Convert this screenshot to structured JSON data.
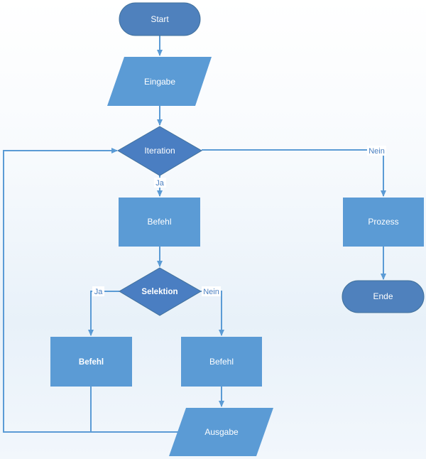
{
  "nodes": {
    "start": "Start",
    "eingabe": "Eingabe",
    "iteration": "Iteration",
    "befehl_top": "Befehl",
    "prozess": "Prozess",
    "ende": "Ende",
    "selektion": "Selektion",
    "befehl_left": "Befehl",
    "befehl_right": "Befehl",
    "ausgabe": "Ausgabe"
  },
  "edge_labels": {
    "iteration_ja": "Ja",
    "iteration_nein": "Nein",
    "selektion_ja": "Ja",
    "selektion_nein": "Nein"
  },
  "colors": {
    "node_fill": "#5b9bd5",
    "node_dark": "#4a7ec2",
    "terminal_fill": "#4f81bd",
    "edge": "#5b9bd5"
  }
}
